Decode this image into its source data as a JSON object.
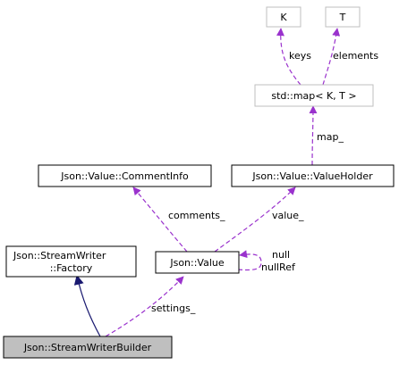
{
  "colors": {
    "background": "#ffffff",
    "node_fill": "#ffffff",
    "node_border": "#000000",
    "template_border": "#bfbfbf",
    "highlight_fill": "#bfbfbf",
    "usage_edge": "#9a32cd",
    "inheritance_edge": "#191970"
  },
  "nodes": {
    "K": "K",
    "T": "T",
    "map": "std::map< K, T >",
    "comment_info": "Json::Value::CommentInfo",
    "value_holder": "Json::Value::ValueHolder",
    "factory_line1": "Json::StreamWriter",
    "factory_line2": "::Factory",
    "value": "Json::Value",
    "builder": "Json::StreamWriterBuilder"
  },
  "edges": {
    "keys": "keys",
    "elements": "elements",
    "map_": "map_",
    "comments_": "comments_",
    "value_": "value_",
    "null": "null",
    "nullRef": "nullRef",
    "settings_": "settings_"
  }
}
